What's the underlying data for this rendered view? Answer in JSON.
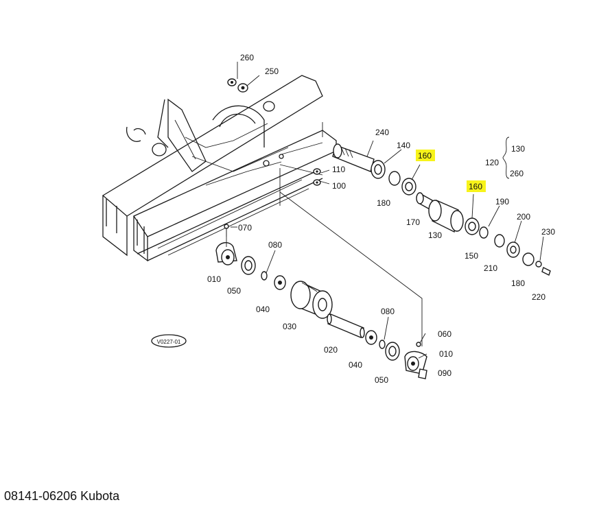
{
  "diagram": {
    "title": "",
    "stamp": "V0227-01",
    "highlight_color": "#f7f31a",
    "callouts": [
      {
        "id": "260a",
        "text": "260"
      },
      {
        "id": "250",
        "text": "250"
      },
      {
        "id": "240",
        "text": "240"
      },
      {
        "id": "140",
        "text": "140"
      },
      {
        "id": "160a",
        "text": "160",
        "highlighted": true
      },
      {
        "id": "180a",
        "text": "180"
      },
      {
        "id": "170",
        "text": "170"
      },
      {
        "id": "130a",
        "text": "130"
      },
      {
        "id": "160b",
        "text": "160",
        "highlighted": true
      },
      {
        "id": "190",
        "text": "190"
      },
      {
        "id": "150",
        "text": "150"
      },
      {
        "id": "210",
        "text": "210"
      },
      {
        "id": "200",
        "text": "200"
      },
      {
        "id": "230",
        "text": "230"
      },
      {
        "id": "180b",
        "text": "180"
      },
      {
        "id": "220",
        "text": "220"
      },
      {
        "id": "120",
        "text": "120"
      },
      {
        "id": "130b",
        "text": "130"
      },
      {
        "id": "260b",
        "text": "260"
      },
      {
        "id": "110",
        "text": "110"
      },
      {
        "id": "100",
        "text": "100"
      },
      {
        "id": "070",
        "text": "070"
      },
      {
        "id": "080a",
        "text": "080"
      },
      {
        "id": "010a",
        "text": "010"
      },
      {
        "id": "050a",
        "text": "050"
      },
      {
        "id": "040a",
        "text": "040"
      },
      {
        "id": "030",
        "text": "030"
      },
      {
        "id": "080b",
        "text": "080"
      },
      {
        "id": "060",
        "text": "060"
      },
      {
        "id": "020",
        "text": "020"
      },
      {
        "id": "010b",
        "text": "010"
      },
      {
        "id": "040b",
        "text": "040"
      },
      {
        "id": "050b",
        "text": "050"
      },
      {
        "id": "090",
        "text": "090"
      }
    ]
  },
  "caption": "08141-06206 Kubota"
}
